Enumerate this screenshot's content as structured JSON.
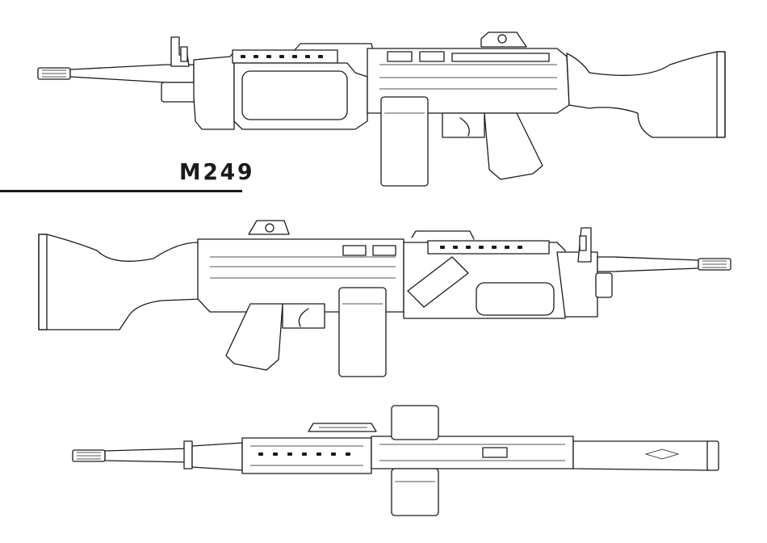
{
  "title": "M249",
  "colors": {
    "ink": "#1a1a1a",
    "paper": "#ffffff"
  },
  "views": [
    "left-side-profile",
    "right-side-profile",
    "top-view"
  ]
}
